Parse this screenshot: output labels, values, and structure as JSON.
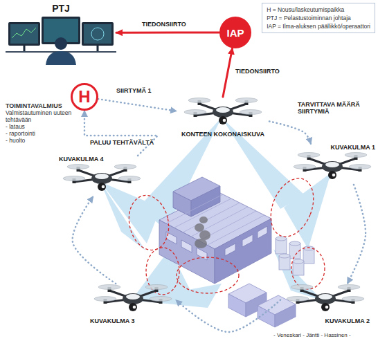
{
  "diagram": {
    "nodes": [
      {
        "text": [
          "PTJ"
        ]
      },
      {
        "text": [
          "IAP"
        ]
      },
      {
        "text": [
          "H"
        ]
      },
      {
        "text": [
          "KONTEEN KOKONAISKUVA"
        ]
      },
      {
        "text": [
          "KUVAKULMA 1"
        ]
      },
      {
        "text": [
          "KUVAKULMA 2"
        ]
      },
      {
        "text": [
          "KUVAKULMA 3"
        ]
      },
      {
        "text": [
          "KUVAKULMA 4"
        ]
      }
    ],
    "edges": [
      {
        "from": 1,
        "to": 0,
        "arrow": "to",
        "label": "TIEDONSIIRTO"
      },
      {
        "from": 3,
        "to": 1,
        "arrow": "to",
        "label": "TIEDONSIIRTO"
      },
      {
        "from": 2,
        "to": 3,
        "arrow": "to",
        "label": "SIIRTYMÄ 1"
      },
      {
        "from": 3,
        "to": 4,
        "arrow": "to",
        "label": "TARVITTAVA MÄÄRÄ SIIRTYMIÄ"
      },
      {
        "from": 4,
        "to": 5,
        "arrow": "to"
      },
      {
        "from": 5,
        "to": 6,
        "arrow": "to"
      },
      {
        "from": 6,
        "to": 7,
        "arrow": "to"
      },
      {
        "from": 7,
        "to": 2,
        "arrow": "to",
        "label": "PALUU TEHTÄVÄLTÄ"
      }
    ],
    "labels": [
      "TOIMINTAVALMIUS",
      "Valmistautuminen uuteen tehtävään",
      "- lataus",
      "- raportointi",
      "- huolto",
      "- Veneskari - Jäntti - Hassinen -"
    ],
    "legend": [
      {
        "text": "H = Nousu/laskeutumispaikka"
      },
      {
        "text": "PTJ = Pelastustoiminnan johtaja"
      },
      {
        "text": "IAP = Ilma-aluksen päällikkö/operaattori"
      }
    ]
  }
}
